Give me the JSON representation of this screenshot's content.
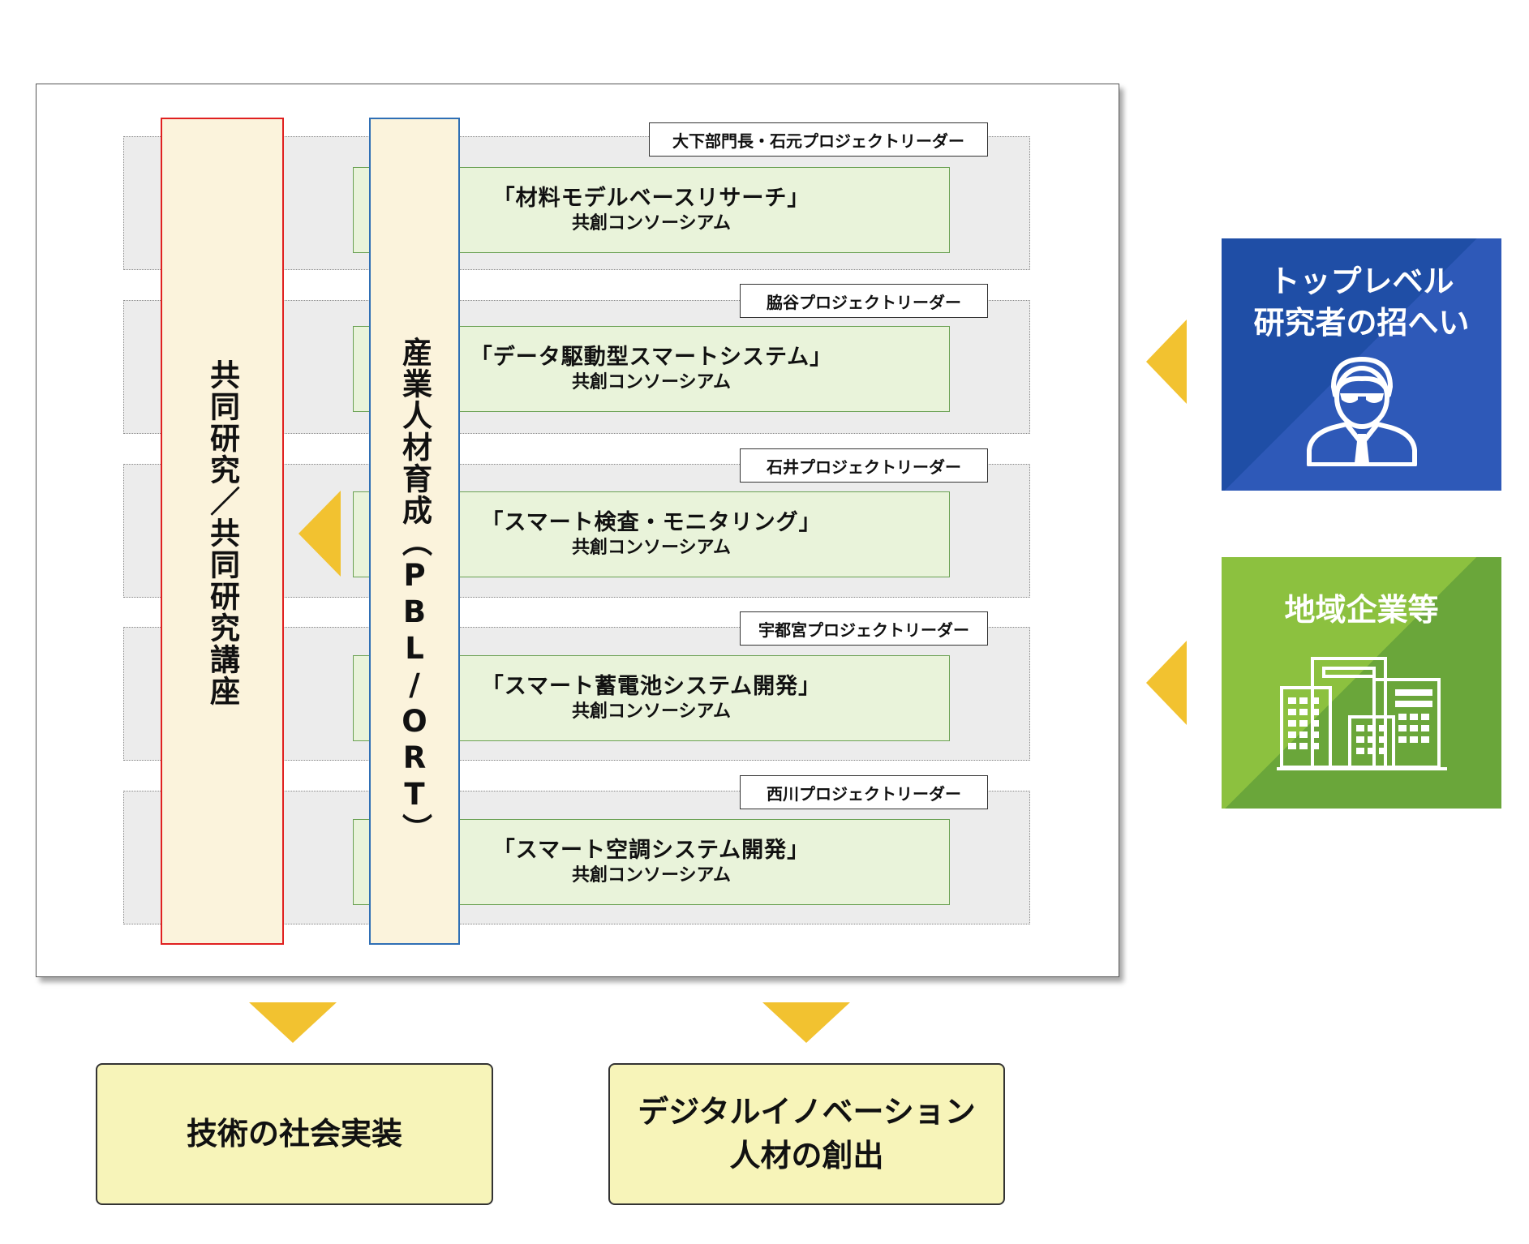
{
  "vertical_bars": {
    "joint_research": "共同研究／共同研究講座",
    "hr_development": "産業人材育成（PBL/ORT）"
  },
  "rows": [
    {
      "leader": "大下部門長・石元プロジェクトリーダー",
      "title": "「材料モデルベースリサーチ」",
      "subtitle": "共創コンソーシアム"
    },
    {
      "leader": "脇谷プロジェクトリーダー",
      "title": "「データ駆動型スマートシステム」",
      "subtitle": "共創コンソーシアム"
    },
    {
      "leader": "石井プロジェクトリーダー",
      "title": "「スマート検査・モニタリング」",
      "subtitle": "共創コンソーシアム"
    },
    {
      "leader": "宇都宮プロジェクトリーダー",
      "title": "「スマート蓄電池システム開発」",
      "subtitle": "共創コンソーシアム"
    },
    {
      "leader": "西川プロジェクトリーダー",
      "title": "「スマート空調システム開発」",
      "subtitle": "共創コンソーシアム"
    }
  ],
  "side_boxes": {
    "researcher": {
      "line1": "トップレベル",
      "line2": "研究者の招へい",
      "icon": "businessman-icon",
      "color": "#1f4ea6"
    },
    "companies": {
      "label": "地域企業等",
      "icon": "buildings-icon",
      "color": "#7bb33c"
    }
  },
  "outcomes": {
    "social_implementation": "技術の社会実装",
    "digital_talent_line1": "デジタルイノベーション",
    "digital_talent_line2": "人材の創出"
  },
  "colors": {
    "arrow": "#f2c230",
    "joint_research_border": "#e02020",
    "hr_border": "#2f6fb5",
    "consortium_fill": "#e9f3da",
    "consortium_border": "#6aa153",
    "outcome_fill": "#f7f4b9"
  }
}
